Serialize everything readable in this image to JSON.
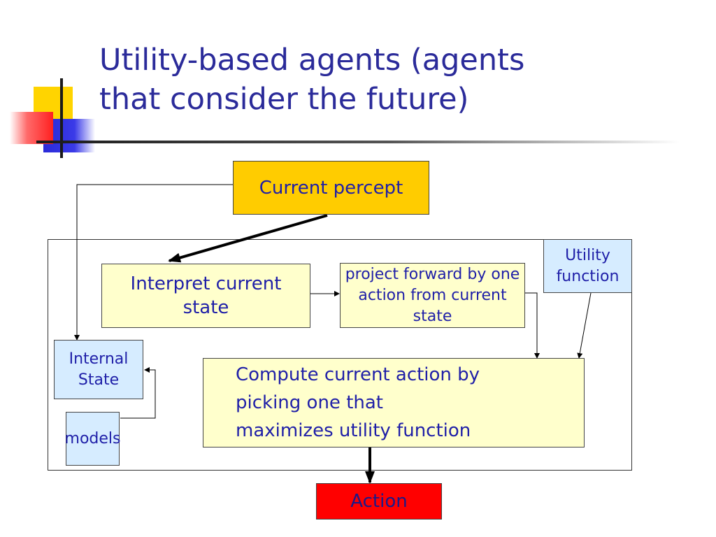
{
  "title_lines": [
    "Utility-based agents (agents",
    "that consider the future)"
  ],
  "nodes": {
    "current_percept": "Current percept",
    "interpret": "Interpret current state",
    "project_forward": "project forward by one action from current state",
    "utility_function": "Utility function",
    "internal_state": "Internal State",
    "models": "models",
    "compute_lines": [
      "Compute current action by",
      "picking one that",
      "maximizes utility function"
    ],
    "action": "Action"
  },
  "colors": {
    "title": "#2b2b9a",
    "node_text": "#1f1fa8",
    "percept_fill": "#ffcc00",
    "action_fill": "#ff0000",
    "yellow_light_fill": "#ffffcc",
    "blue_light_fill": "#d6ecff"
  }
}
